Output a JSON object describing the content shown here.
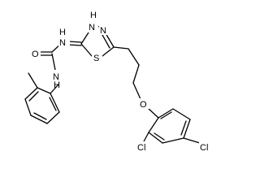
{
  "molecule": {
    "atoms": {
      "n_amide": {
        "label": "N",
        "sub": "H"
      },
      "o_carbonyl": {
        "label": "O",
        "sub": ""
      },
      "n_tolyl": {
        "label": "N",
        "sub": "H"
      },
      "n_ring_h": {
        "label": "N",
        "sub": "H"
      },
      "n_ring": {
        "label": "N",
        "sub": ""
      },
      "s_ring": {
        "label": "S",
        "sub": ""
      },
      "o_ether": {
        "label": "O",
        "sub": ""
      },
      "cl_ortho": {
        "label": "Cl",
        "sub": ""
      },
      "cl_para": {
        "label": "Cl",
        "sub": ""
      }
    }
  }
}
